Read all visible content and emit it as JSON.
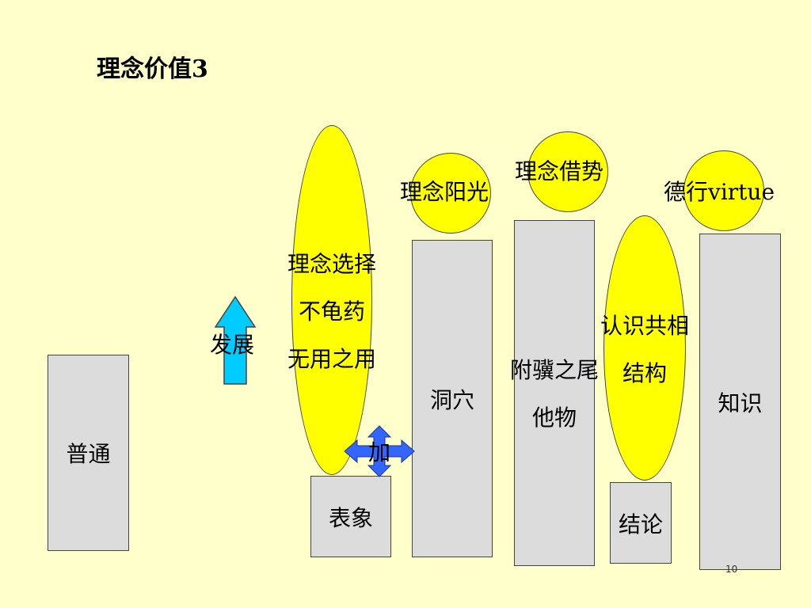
{
  "slide": {
    "title": "理念价值3",
    "page_number": "10"
  },
  "boxes": {
    "putong": "普通",
    "biaoxiang": "表象",
    "dongxue": "洞穴",
    "zhishi": "知识",
    "jielun": "结论"
  },
  "tall_ellipse": {
    "line1": "理念选择",
    "line2": "不龟药",
    "line3": "无用之用"
  },
  "circles": {
    "yangguang": "理念阳光",
    "jieshi": "理念借势",
    "dexing": "德行virtue"
  },
  "right_ellipse": {
    "line1": "认识共相",
    "line2": "结构"
  },
  "middle_box": {
    "line1": "附骥之尾",
    "line2": "他物"
  },
  "arrows": {
    "up_label": "发展",
    "cross_label": "加"
  },
  "colors": {
    "background": "#ffffcc",
    "ellipse_fill": "#ffff00",
    "box_fill": "#dcdcdc",
    "up_arrow": "#00ccff",
    "cross_arrow": "#3366ff"
  },
  "icons": {
    "up_arrow": "arrow-up-icon",
    "cross_arrow": "four-way-arrow-icon"
  }
}
